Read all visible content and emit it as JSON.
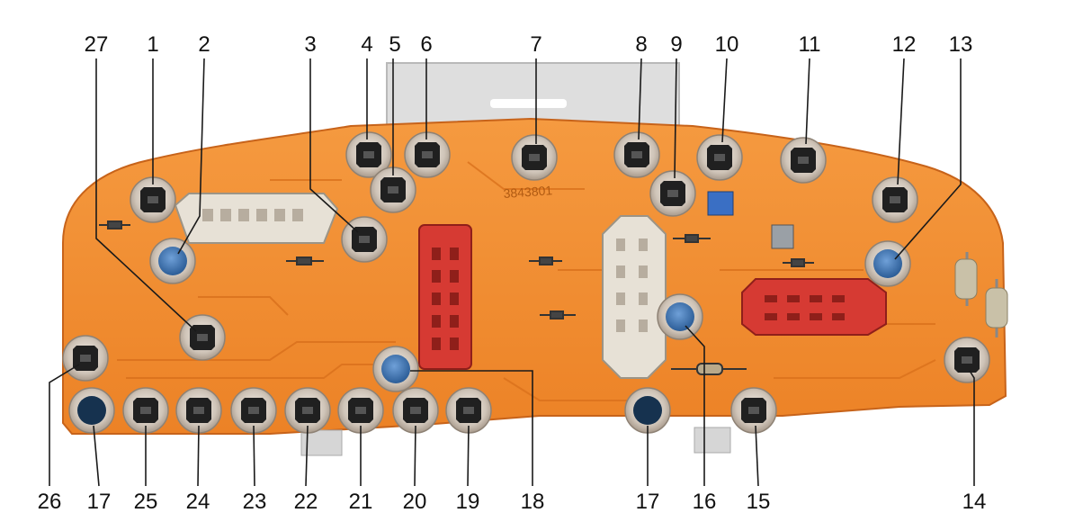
{
  "board": {
    "stamp": "3843801",
    "colors": {
      "pcb": "#f28a2e",
      "pcb_dark": "#d9701c",
      "bracket": "#dcdcdc",
      "socket_ring": "#d9d0c6",
      "socket_black": "#202020",
      "socket_blue": "#3f78b8",
      "connector_red": "#d63a33",
      "connector_white": "#e7e1d6",
      "leader": "#1a1a1a"
    }
  },
  "callouts": {
    "n1": "1",
    "n2": "2",
    "n3": "3",
    "n4": "4",
    "n5": "5",
    "n6": "6",
    "n7": "7",
    "n8": "8",
    "n9": "9",
    "n10": "10",
    "n11": "11",
    "n12": "12",
    "n13": "13",
    "n14": "14",
    "n15": "15",
    "n16": "16",
    "n17a": "17",
    "n17b": "17",
    "n18": "18",
    "n19": "19",
    "n20": "20",
    "n21": "21",
    "n22": "22",
    "n23": "23",
    "n24": "24",
    "n25": "25",
    "n26": "26",
    "n27": "27"
  }
}
